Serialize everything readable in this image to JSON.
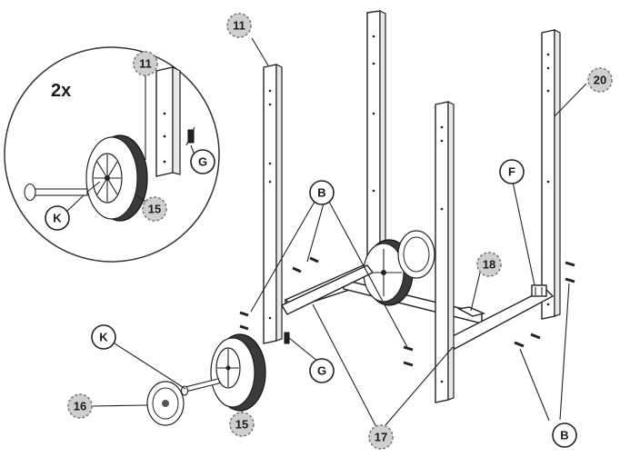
{
  "callouts": {
    "part_11_top": "11",
    "part_11_inset": "11",
    "part_20": "20",
    "part_18": "18",
    "part_17": "17",
    "part_16": "16",
    "part_15_inset": "15",
    "part_15_main": "15",
    "part_b_top": "B",
    "part_b_bottom": "B",
    "part_f": "F",
    "part_g_inset": "G",
    "part_g_main": "G",
    "part_k_inset": "K",
    "part_k_main": "K"
  },
  "inset": {
    "quantity": "2x"
  },
  "colors": {
    "dashed_badge_fill": "#cfcfcf",
    "line": "#222222"
  }
}
